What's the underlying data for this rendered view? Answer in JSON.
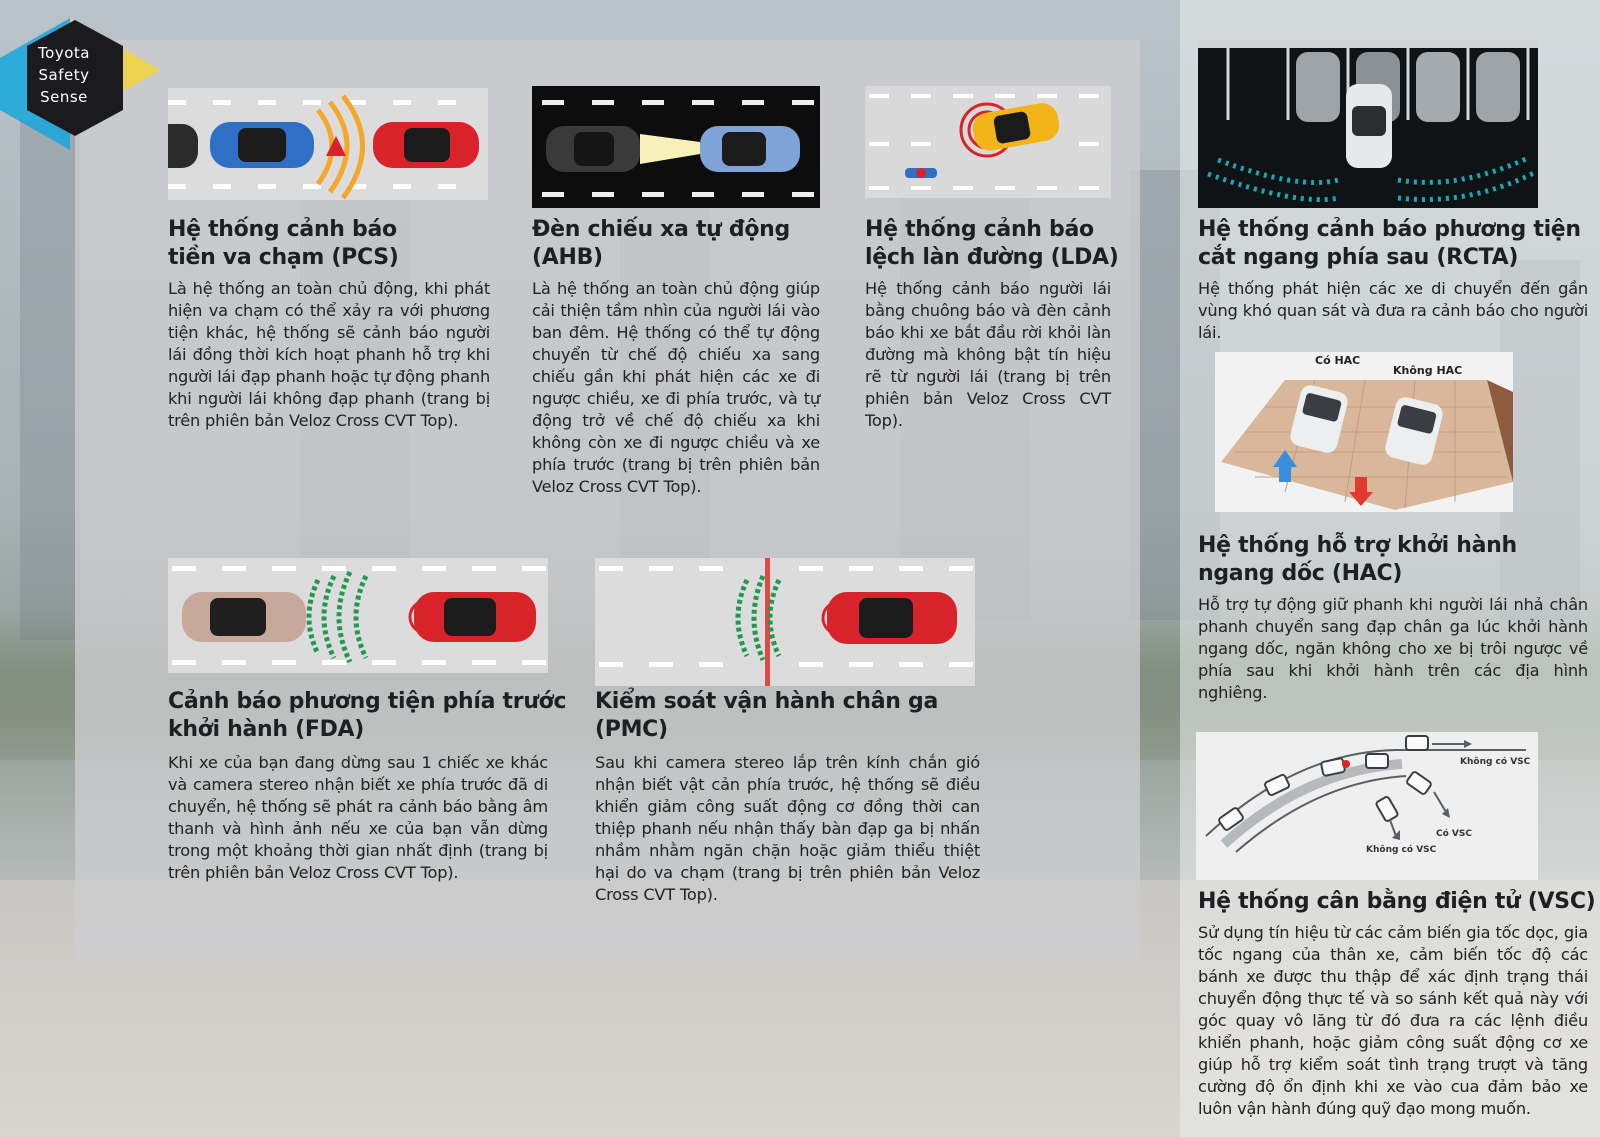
{
  "badge": {
    "line1": "Toyota",
    "line2": "Safety",
    "line3": "Sense"
  },
  "pcs": {
    "title1": "Hệ thống cảnh báo",
    "title2": "tiền va chạm (PCS)",
    "desc": "Là hệ thống an toàn chủ động, khi phát hiện va chạm có thể xảy ra với phương tiện khác, hệ thống sẽ cảnh báo người lái đồng thời kích hoạt phanh hỗ trợ khi người lái đạp phanh hoặc tự động phanh khi người lái không đạp phanh (trang bị trên phiên bản Veloz Cross CVT Top)."
  },
  "ahb": {
    "title1": "Đèn chiếu xa tự động",
    "title2": "(AHB)",
    "desc": "Là hệ thống an toàn chủ động giúp cải thiện tầm nhìn của người lái vào ban đêm. Hệ thống có thể tự động chuyển từ chế độ chiếu xa sang chiếu gần khi phát hiện các xe đi ngược chiều, xe đi phía trước, và tự động trở về chế độ chiếu xa khi không còn xe đi ngược chiều và xe phía trước (trang bị trên phiên bản Veloz Cross CVT Top)."
  },
  "lda": {
    "title1": "Hệ thống cảnh báo",
    "title2": "lệch làn đường (LDA)",
    "desc": "Hệ thống cảnh báo người lái bằng chuông báo và đèn cảnh báo khi xe bắt đầu rời khỏi làn đường mà không bật tín hiệu rẽ từ người lái (trang bị trên phiên bản Veloz Cross CVT Top)."
  },
  "rcta": {
    "title1": "Hệ thống cảnh báo phương tiện",
    "title2": "cắt ngang phía sau (RCTA)",
    "desc": "Hệ thống phát hiện các xe di chuyển đến gần vùng khó quan sát và đưa ra cảnh báo cho người lái."
  },
  "hac": {
    "label_with": "Có HAC",
    "label_without": "Không HAC",
    "title1": "Hệ thống hỗ trợ khởi hành",
    "title2": "ngang dốc (HAC)",
    "desc": "Hỗ trợ tự động giữ phanh khi người lái nhả chân phanh chuyển sang đạp chân ga lúc khởi hành ngang dốc, ngăn không cho xe bị trôi ngược về phía sau khi khởi hành trên các địa hình nghiêng."
  },
  "fda": {
    "title1": "Cảnh báo phương tiện phía trước",
    "title2": "khởi hành (FDA)",
    "desc": "Khi xe của bạn đang dừng sau 1 chiếc xe khác và camera stereo nhận biết xe phía trước đã di chuyển, hệ thống sẽ phát ra cảnh báo bằng âm thanh và hình ảnh nếu xe của bạn vẫn dừng trong một khoảng thời gian nhất định (trang bị trên phiên bản Veloz Cross CVT Top)."
  },
  "pmc": {
    "title1": "Kiểm soát vận hành chân ga",
    "title2": "(PMC)",
    "desc": "Sau khi camera stereo lắp trên kính chắn gió nhận biết vật cản phía trước, hệ thống sẽ điều khiển giảm công suất động cơ đồng thời can thiệp phanh nếu nhận thấy bàn đạp ga bị nhấn nhầm nhằm ngăn chặn hoặc giảm thiểu thiệt hại do va chạm (trang bị trên phiên bản Veloz Cross CVT Top)."
  },
  "vsc": {
    "label_without_1": "Không có VSC",
    "label_with": "Có VSC",
    "label_without_2": "Không có VSC",
    "title1": "Hệ thống cân bằng điện tử (VSC)",
    "desc": "Sử dụng tín hiệu từ các cảm biến gia tốc dọc, gia tốc ngang của thân xe, cảm biến tốc độ các bánh xe được thu thập để xác định trạng thái chuyển động thực tế và so sánh kết quả này với góc quay vô lăng từ đó đưa ra các lệnh điều khiển phanh, hoặc giảm công suất động cơ xe giúp hỗ trợ kiểm soát tình trạng trượt và tăng cường độ ổn định khi xe vào cua đảm bảo xe luôn vận hành đúng quỹ đạo mong muốn."
  },
  "colors": {
    "red_car": "#d8232a",
    "blue_car": "#2f6fc4",
    "yellow_car": "#f2b419",
    "green_wave": "#1f9a4c",
    "orange_wave": "#f4a72a",
    "teal_wave": "#19a7b0"
  }
}
